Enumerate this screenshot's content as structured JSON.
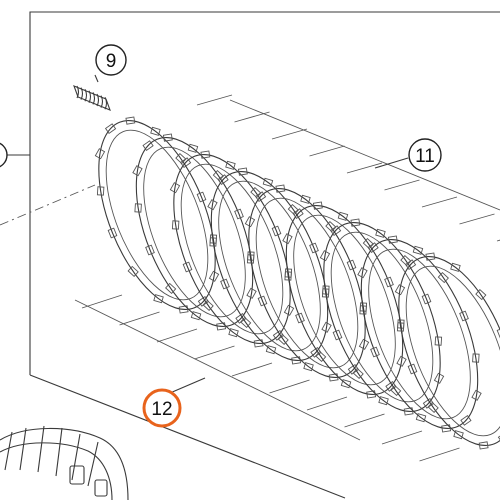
{
  "callouts": [
    {
      "id": "callout-9",
      "label": "9",
      "highlighted": false
    },
    {
      "id": "callout-11",
      "label": "11",
      "highlighted": false
    },
    {
      "id": "callout-12",
      "label": "12",
      "highlighted": true
    }
  ],
  "colors": {
    "line": "#3a3a3a",
    "highlight": "#e8631c",
    "background": "#ffffff"
  },
  "parts": {
    "plate_count": 9,
    "spring_icon": "clutch-spring-icon",
    "plate_icon": "clutch-plate-icon",
    "basket_icon": "clutch-basket-icon"
  }
}
